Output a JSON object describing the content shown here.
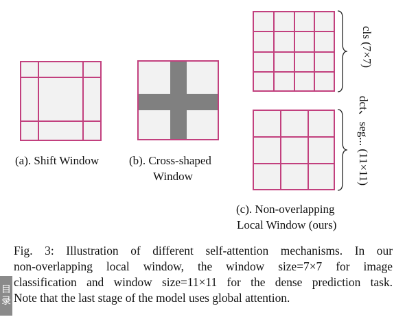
{
  "figure": {
    "labels": {
      "shift": "(a). Shift Window",
      "cross_line1": "(b). Cross-shaped",
      "cross_line2": "Window",
      "nonoverlap_line1": "(c). Non-overlapping",
      "nonoverlap_line2": "Local Window (ours)",
      "cls": "cls (7×7)",
      "dense": "dct、seg... (11×11)"
    },
    "colors": {
      "grid_line": "#c2407e",
      "cell_fill": "#f2f2f2",
      "cross_fill": "#808080"
    }
  },
  "caption": {
    "line1": "Fig. 3: Illustration of different self-attention mechanisms. In our",
    "line2": "non-overlapping local window, the window size=7×7 for image",
    "line3": "classification and window size=11×11 for the dense prediction task.",
    "line4": "Note that the last stage of the model uses global attention."
  },
  "side_tab": {
    "text": "目录"
  }
}
